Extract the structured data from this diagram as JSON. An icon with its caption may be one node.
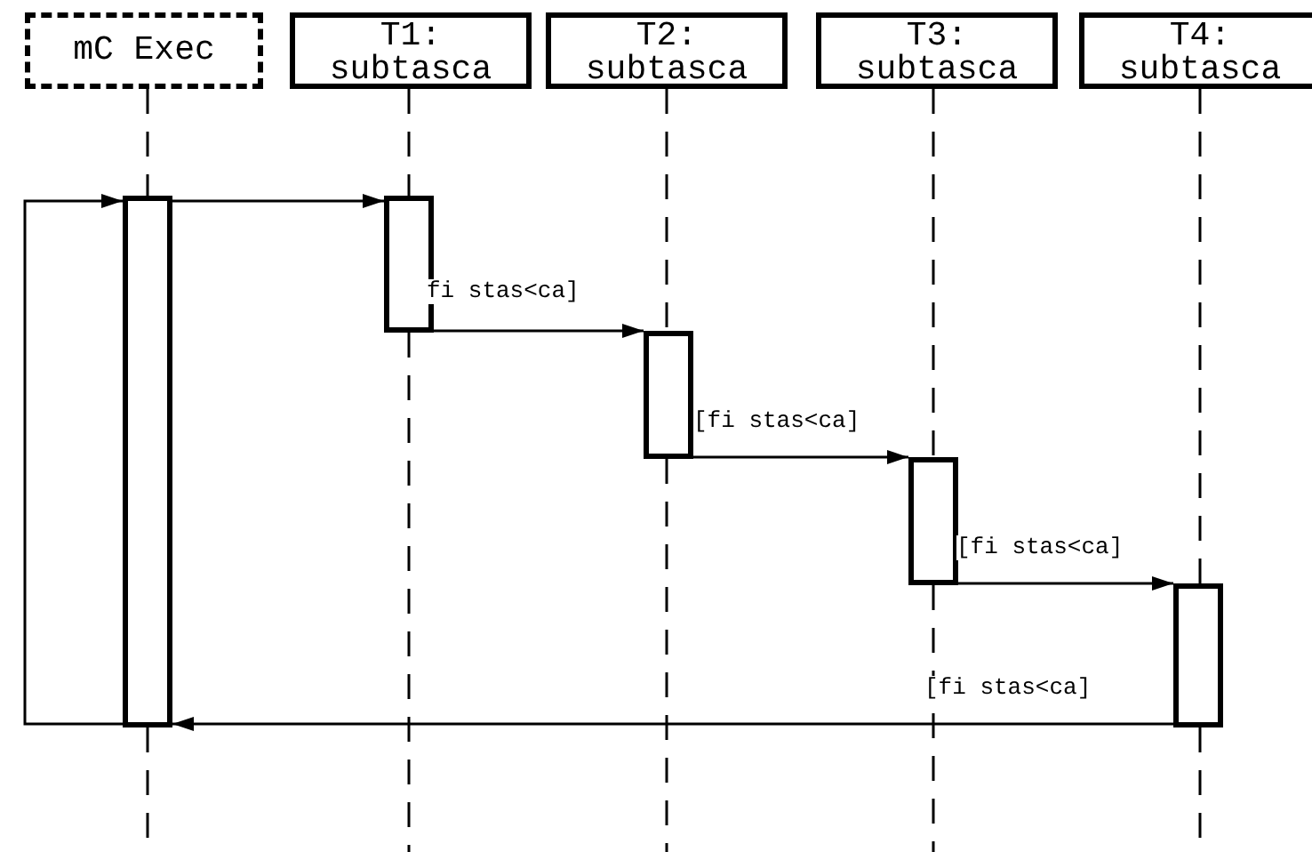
{
  "diagram": {
    "nodes": [
      {
        "text": [
          "mC Exec"
        ]
      },
      {
        "text": [
          "T1: subtasca"
        ]
      },
      {
        "text": [
          "T2: subtasca"
        ]
      },
      {
        "text": [
          "T3: subtasca"
        ]
      },
      {
        "text": [
          "T4: subtasca"
        ]
      },
      {
        "text": [],
        "shape": "bar"
      },
      {
        "text": [],
        "shape": "bar"
      },
      {
        "text": [],
        "shape": "bar"
      },
      {
        "text": [],
        "shape": "bar"
      },
      {
        "text": [],
        "shape": "bar"
      }
    ],
    "edges": [
      {
        "from": 0,
        "to": 5,
        "arrow": "none",
        "style": "dashed"
      },
      {
        "from": 1,
        "to": 6,
        "arrow": "none",
        "style": "dashed"
      },
      {
        "from": 2,
        "to": 7,
        "arrow": "none",
        "style": "dashed"
      },
      {
        "from": 3,
        "to": 8,
        "arrow": "none",
        "style": "dashed"
      },
      {
        "from": 4,
        "to": 9,
        "arrow": "none",
        "style": "dashed"
      },
      {
        "from": 5,
        "to": 5,
        "arrow": "to"
      },
      {
        "from": 5,
        "to": 6,
        "arrow": "to"
      },
      {
        "from": 6,
        "to": 7,
        "arrow": "to",
        "label": "fi stas<ca]"
      },
      {
        "from": 7,
        "to": 8,
        "arrow": "to",
        "label": "[fi stas<ca]"
      },
      {
        "from": 8,
        "to": 9,
        "arrow": "to",
        "label": "[fi stas<ca]"
      },
      {
        "from": 9,
        "to": 5,
        "arrow": "to",
        "label": "[fi stas<ca]"
      }
    ]
  }
}
